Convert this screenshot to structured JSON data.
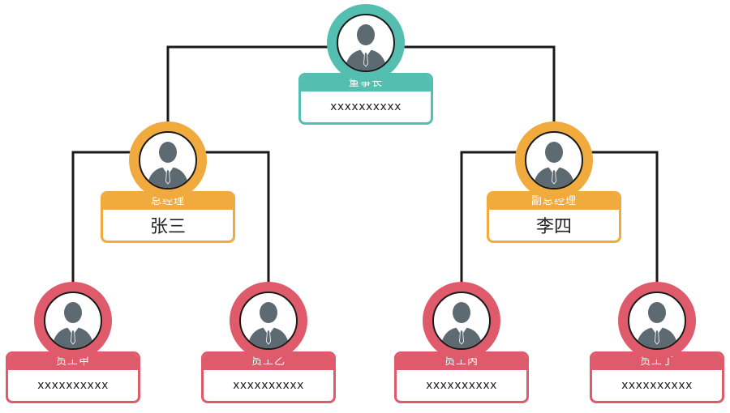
{
  "colors": {
    "chairman": "#54bfb0",
    "manager": "#f0aa3e",
    "staff": "#df5b6c",
    "line": "#1a1a1a",
    "person": "#5e6a72"
  },
  "nodes": {
    "chairman": {
      "title": "董事长",
      "value": "xxxxxxxxxx",
      "color_key": "chairman"
    },
    "gm": {
      "title": "总经理",
      "value": "张三",
      "color_key": "manager"
    },
    "vgm": {
      "title": "副总经理",
      "value": "李四",
      "color_key": "manager"
    },
    "staff_jia": {
      "title": "员工甲",
      "value": "xxxxxxxxxx",
      "color_key": "staff"
    },
    "staff_yi": {
      "title": "员工乙",
      "value": "xxxxxxxxxx",
      "color_key": "staff"
    },
    "staff_bing": {
      "title": "员工丙",
      "value": "xxxxxxxxxx",
      "color_key": "staff"
    },
    "staff_ding": {
      "title": "员工丁",
      "value": "xxxxxxxxxx",
      "color_key": "staff"
    }
  },
  "icon": "person-in-suit-icon"
}
